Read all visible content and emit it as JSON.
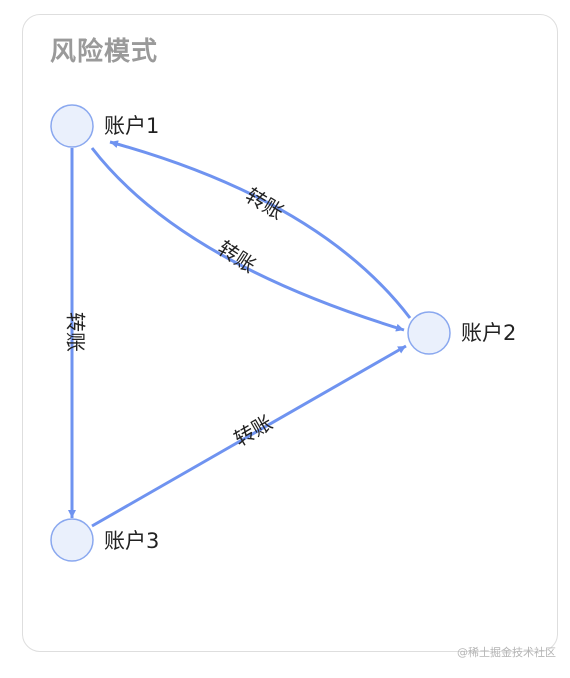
{
  "card": {
    "title": "风险模式"
  },
  "graph": {
    "nodes": [
      {
        "id": "n1",
        "label": "账户1"
      },
      {
        "id": "n2",
        "label": "账户2"
      },
      {
        "id": "n3",
        "label": "账户3"
      }
    ],
    "edges": [
      {
        "id": "e1",
        "from": "n2",
        "to": "n1",
        "label": "转账"
      },
      {
        "id": "e2",
        "from": "n1",
        "to": "n2",
        "label": "转账"
      },
      {
        "id": "e3",
        "from": "n1",
        "to": "n3",
        "label": "转账"
      },
      {
        "id": "e4",
        "from": "n3",
        "to": "n2",
        "label": "转账"
      }
    ],
    "colors": {
      "edge": "#6f93f0",
      "node_fill": "#eaf0fc",
      "node_stroke": "#8aa8ef"
    }
  },
  "watermark": "@稀土掘金技术社区"
}
